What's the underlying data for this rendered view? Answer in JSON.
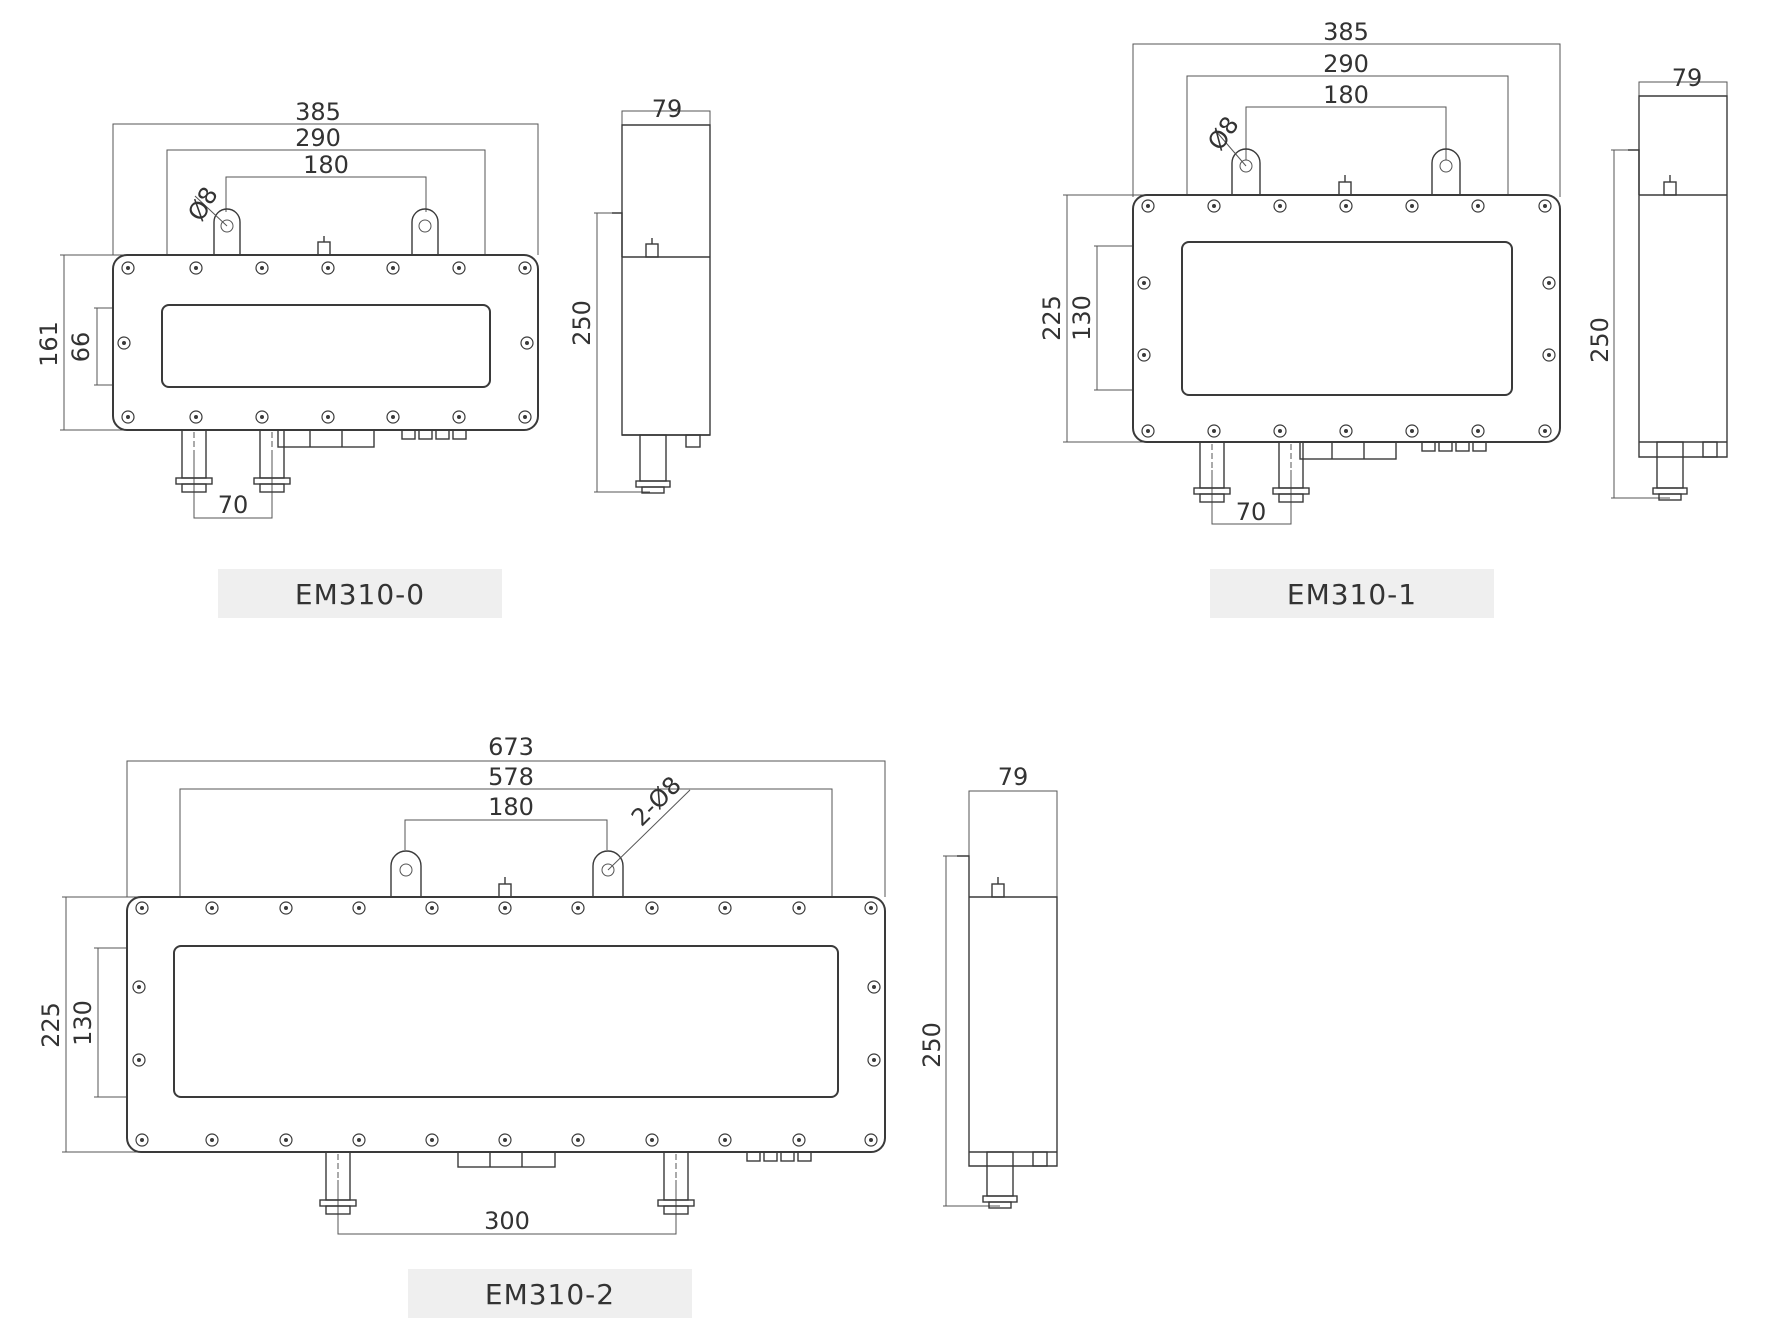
{
  "colors": {
    "line": "#3a3a3a",
    "text": "#333333",
    "caption_background": "#efefef",
    "background": "#ffffff"
  },
  "drawings": [
    {
      "model": "EM310-0",
      "front": {
        "overall_width": "385",
        "mounting_width": "290",
        "lug_spacing": "180",
        "hole": "Ø8",
        "overall_height": "161",
        "window_height": "66",
        "gland_spacing": "70"
      },
      "side": {
        "depth": "79",
        "height": "250"
      }
    },
    {
      "model": "EM310-1",
      "front": {
        "overall_width": "385",
        "mounting_width": "290",
        "lug_spacing": "180",
        "hole": "Ø8",
        "overall_height": "225",
        "window_height": "130",
        "gland_spacing": "70"
      },
      "side": {
        "depth": "79",
        "height": "250"
      }
    },
    {
      "model": "EM310-2",
      "front": {
        "overall_width": "673",
        "mounting_width": "578",
        "lug_spacing": "180",
        "hole": "2-Ø8",
        "overall_height": "225",
        "window_height": "130",
        "gland_spacing": "300"
      },
      "side": {
        "depth": "79",
        "height": "250"
      }
    }
  ]
}
